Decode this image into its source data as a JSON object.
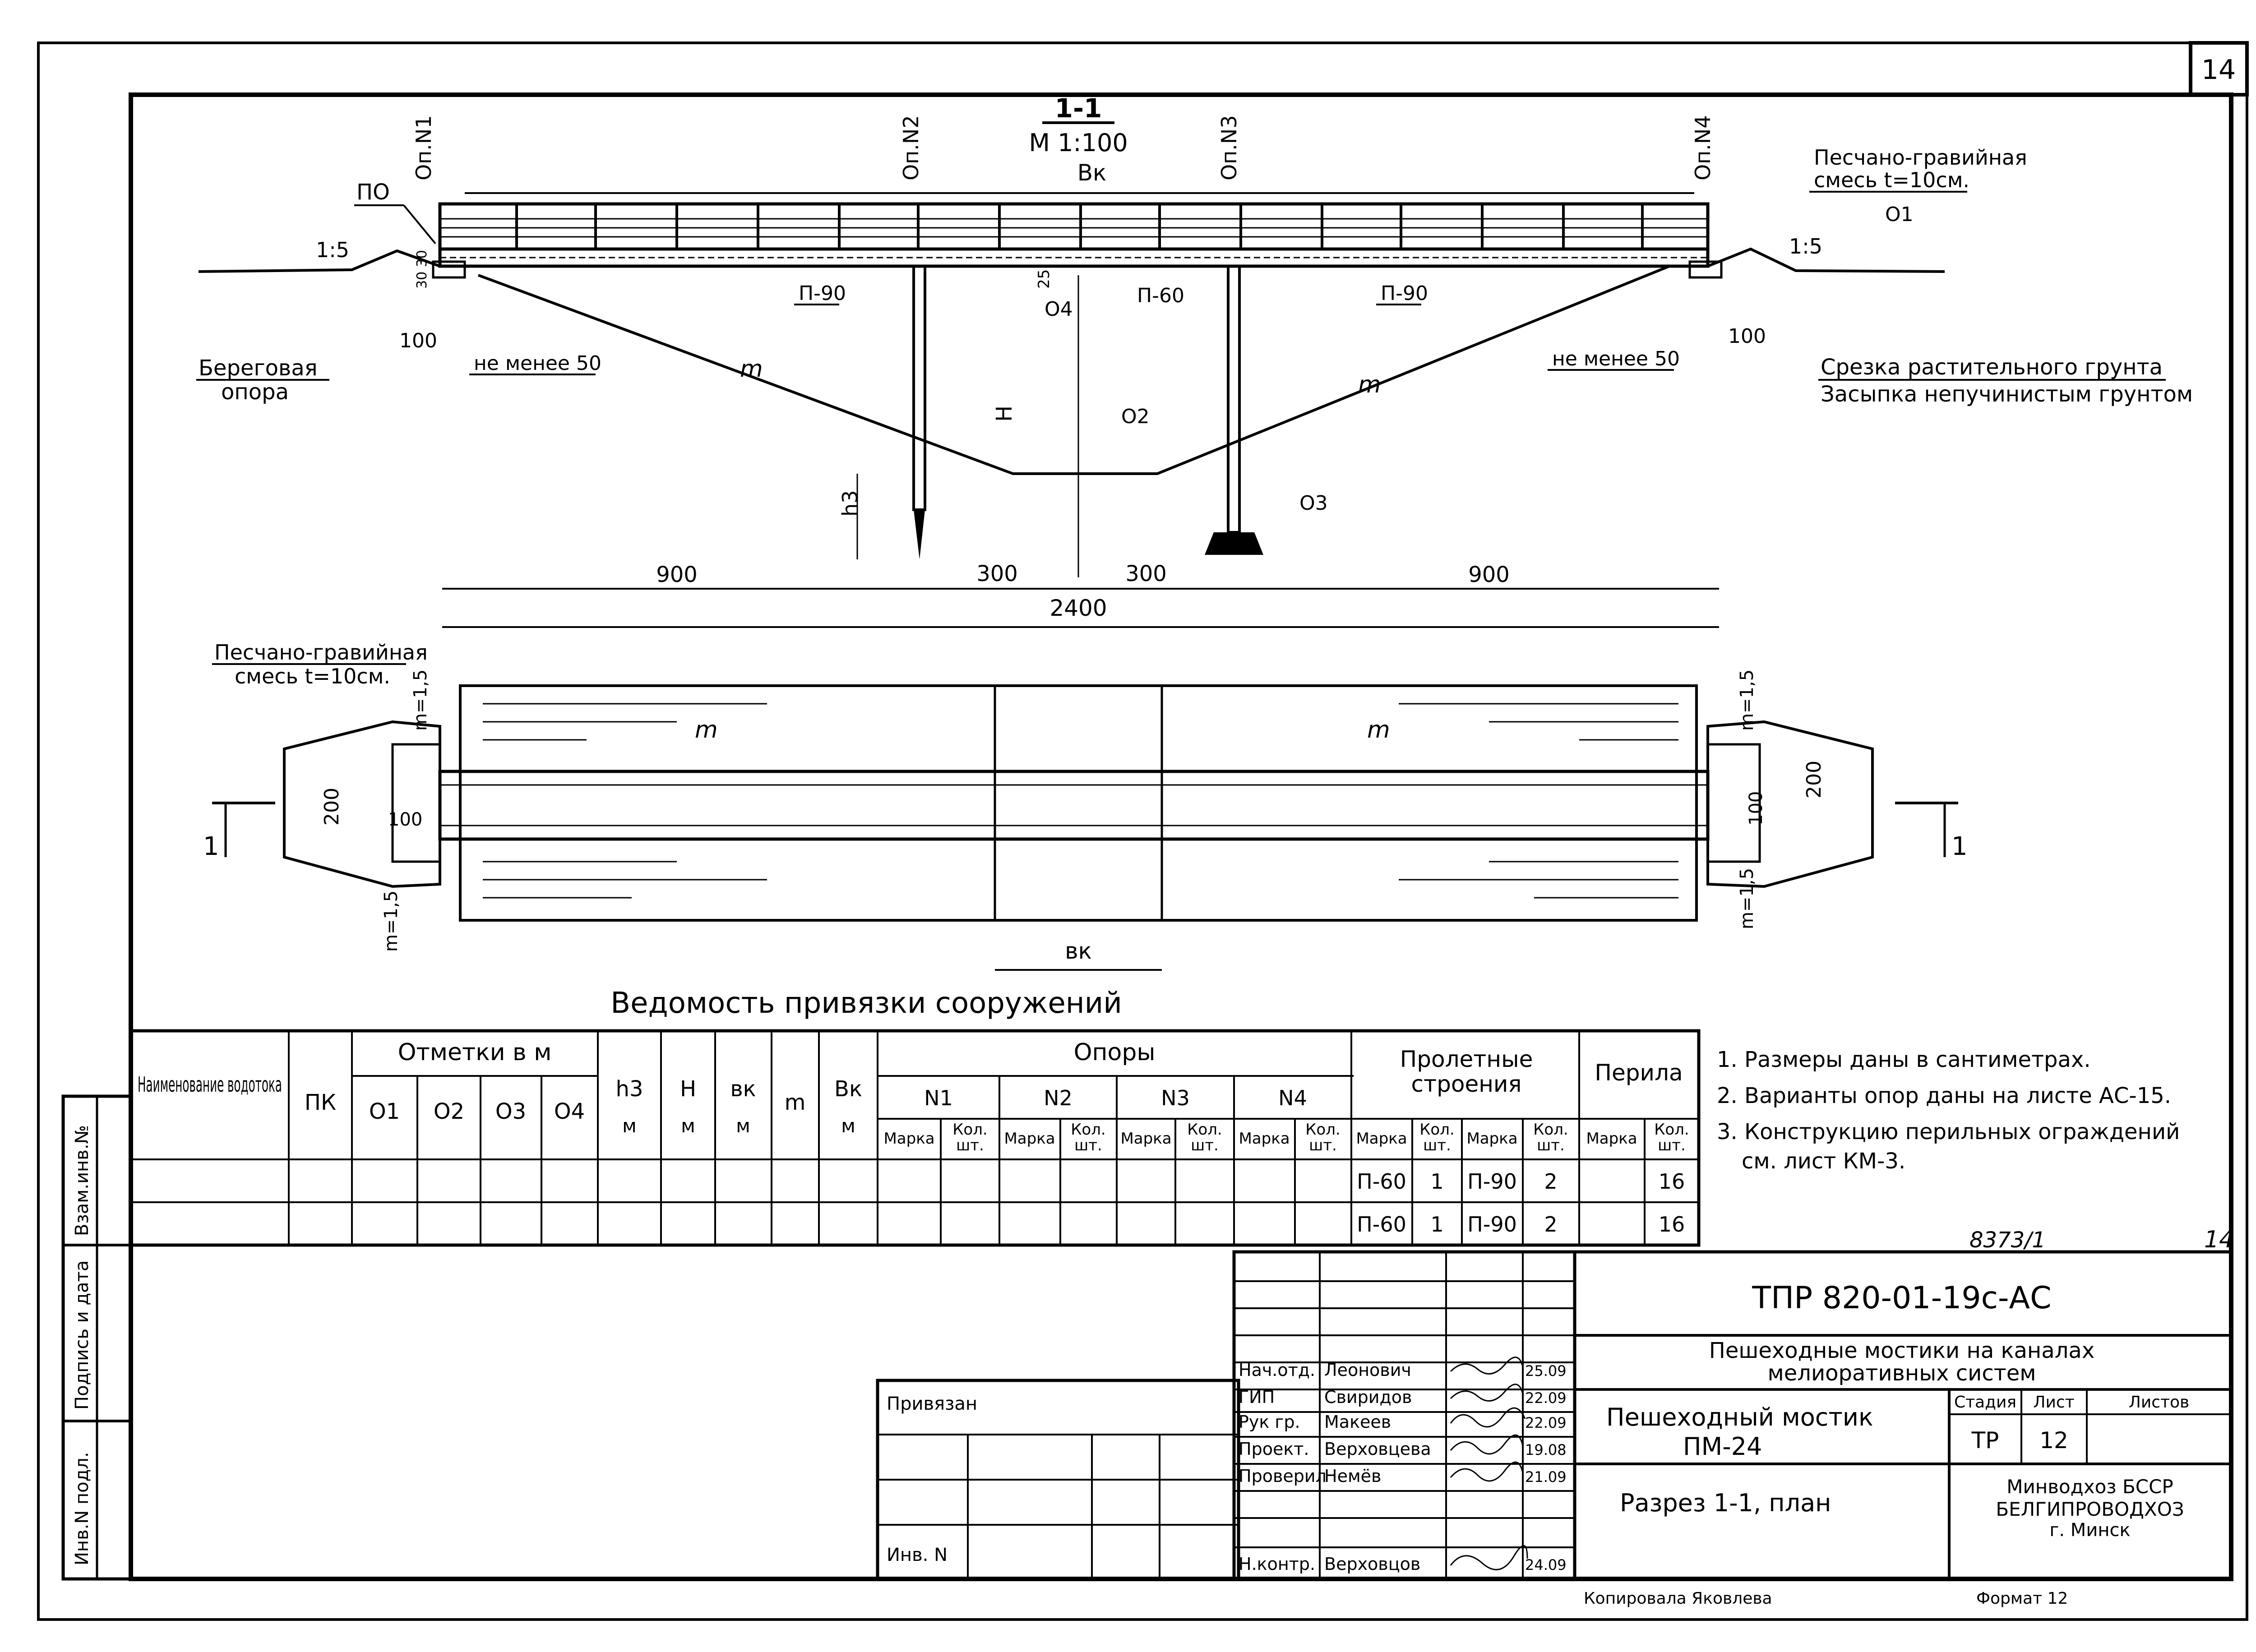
{
  "sheet_corner_number": "14",
  "section": {
    "title": "1-1",
    "scale": "М 1:100",
    "support_labels": [
      "Оп.N1",
      "Оп.N2",
      "Оп.N3",
      "Оп.N4"
    ],
    "po_label": "ПО",
    "slope_left": "1:5",
    "slope_right": "1:5",
    "bk": "Bк",
    "sand_gravel_1": "Песчано-гравийная",
    "sand_gravel_2": "смесь t=10см.",
    "o1": "О1",
    "o2": "О2",
    "o3": "О3",
    "o4": "О4",
    "p90_left": "П-90",
    "p60": "П-60",
    "p90_right": "П-90",
    "dim_25": "25",
    "dim_30_30": "30 30",
    "dim_100_left": "100",
    "dim_100_right": "100",
    "min50_left": "не менее 50",
    "min50_right": "не менее 50",
    "shore_support_1": "Береговая",
    "shore_support_2": "опора",
    "m_left": "m",
    "m_right": "m",
    "h": "Н",
    "h3": "h3",
    "cut_note": "Срезка растительного грунта",
    "fill_note": "Засыпка непучинистым грунтом"
  },
  "plan": {
    "dims": [
      "900",
      "300",
      "300",
      "900"
    ],
    "total": "2400",
    "sand_gravel_1": "Песчано-гравийная",
    "sand_gravel_2": "смесь t=10см.",
    "m_left": "m",
    "m_right": "m",
    "m15": [
      "m=1,5",
      "m=1,5",
      "m=1,5",
      "m=1,5"
    ],
    "d200_left": "200",
    "d200_right": "200",
    "d100_left": "100",
    "d100_right": "100",
    "cut_left": "1",
    "cut_right": "1",
    "bk": "вк"
  },
  "table": {
    "title": "Ведомость привязки сооружений",
    "h_name": "Наименование водотока",
    "h_pk": "ПК",
    "h_marks": "Отметки в м",
    "h_o": [
      "О1",
      "О2",
      "О3",
      "О4"
    ],
    "h_h3": "h3",
    "h_h": "Н",
    "h_bk": "вк",
    "h_m": "m",
    "h_bk2": "Вк",
    "h_unit": "м",
    "h_supports": "Опоры",
    "h_n": [
      "N1",
      "N2",
      "N3",
      "N4"
    ],
    "h_marka": "Марка",
    "h_kol_1": "Кол.",
    "h_kol_2": "шт.",
    "h_spans_1": "Пролетные",
    "h_spans_2": "строения",
    "h_railings": "Перила",
    "rows": [
      [
        "П-60",
        "1",
        "П-90",
        "2",
        "16"
      ],
      [
        "П-60",
        "1",
        "П-90",
        "2",
        "16"
      ]
    ]
  },
  "notes": [
    "1. Размеры даны в сантиметрах.",
    "2. Варианты опор даны на листе АС-15.",
    "3. Конструкцию перильных ограждений",
    "см. лист КМ-3."
  ],
  "ref_number": "8373/1",
  "ref_page": "14",
  "side_labels": [
    "Взам.инв.№",
    "Подпись и дата",
    "Инв.N подл."
  ],
  "attach_block": {
    "privyazan": "Привязан",
    "inv": "Инв. N"
  },
  "signatures": [
    {
      "role": "Нач.отд.",
      "name": "Леонович",
      "date": "25.09"
    },
    {
      "role": "ГИП",
      "name": "Свиридов",
      "date": "22.09"
    },
    {
      "role": "Рук гр.",
      "name": "Макеев",
      "date": "22.09"
    },
    {
      "role": "Проект.",
      "name": "Верховцева",
      "date": "19.08"
    },
    {
      "role": "Проверил",
      "name": "Немёв",
      "date": "21.09"
    },
    {
      "role": "Н.контр.",
      "name": "Верховцов",
      "date": "24.09"
    }
  ],
  "title_block": {
    "code": "ТПР 820-01-19с-АС",
    "project_1": "Пешеходные мостики на каналах",
    "project_2": "мелиоративных систем",
    "object_1": "Пешеходный  мостик",
    "object_2": "ПМ-24",
    "sheet_title": "Разрез 1-1, план",
    "stage_label": "Стадия",
    "sheet_label": "Лист",
    "sheets_label": "Листов",
    "stage": "ТР",
    "sheet": "12",
    "org_1": "Минводхоз БССР",
    "org_2": "БЕЛГИПРОВОДХОЗ",
    "org_3": "г. Минск",
    "copied": "Копировала  Яковлева",
    "format": "Формат 12"
  }
}
